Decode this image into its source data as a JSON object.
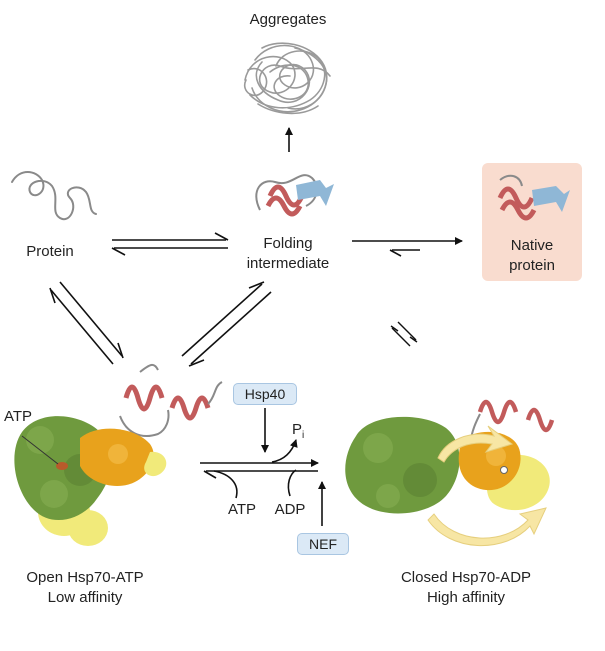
{
  "labels": {
    "aggregates": "Aggregates",
    "protein": "Protein",
    "folding_line1": "Folding",
    "folding_line2": "intermediate",
    "native_line1": "Native",
    "native_line2": "protein",
    "atp_left": "ATP",
    "atp_bottom": "ATP",
    "adp": "ADP",
    "pi_main": "P",
    "pi_sub": "i",
    "open_line1": "Open Hsp70-ATP",
    "open_line2": "Low affinity",
    "closed_line1": "Closed Hsp70-ADP",
    "closed_line2": "High affinity"
  },
  "tags": {
    "hsp40": "Hsp40",
    "nef": "NEF"
  },
  "colors": {
    "helix_red": "#c25b5b",
    "strand_blue": "#8fb7d6",
    "chain_grey": "#8a8a8a",
    "nbd_green": "#6f9a3e",
    "sbd_orange": "#e8a21c",
    "lid_yellow": "#f1ea7a",
    "native_bg": "#f9dccf",
    "tag_bg": "#dbe9f6",
    "arrow_yellow": "#f7e6a4"
  }
}
